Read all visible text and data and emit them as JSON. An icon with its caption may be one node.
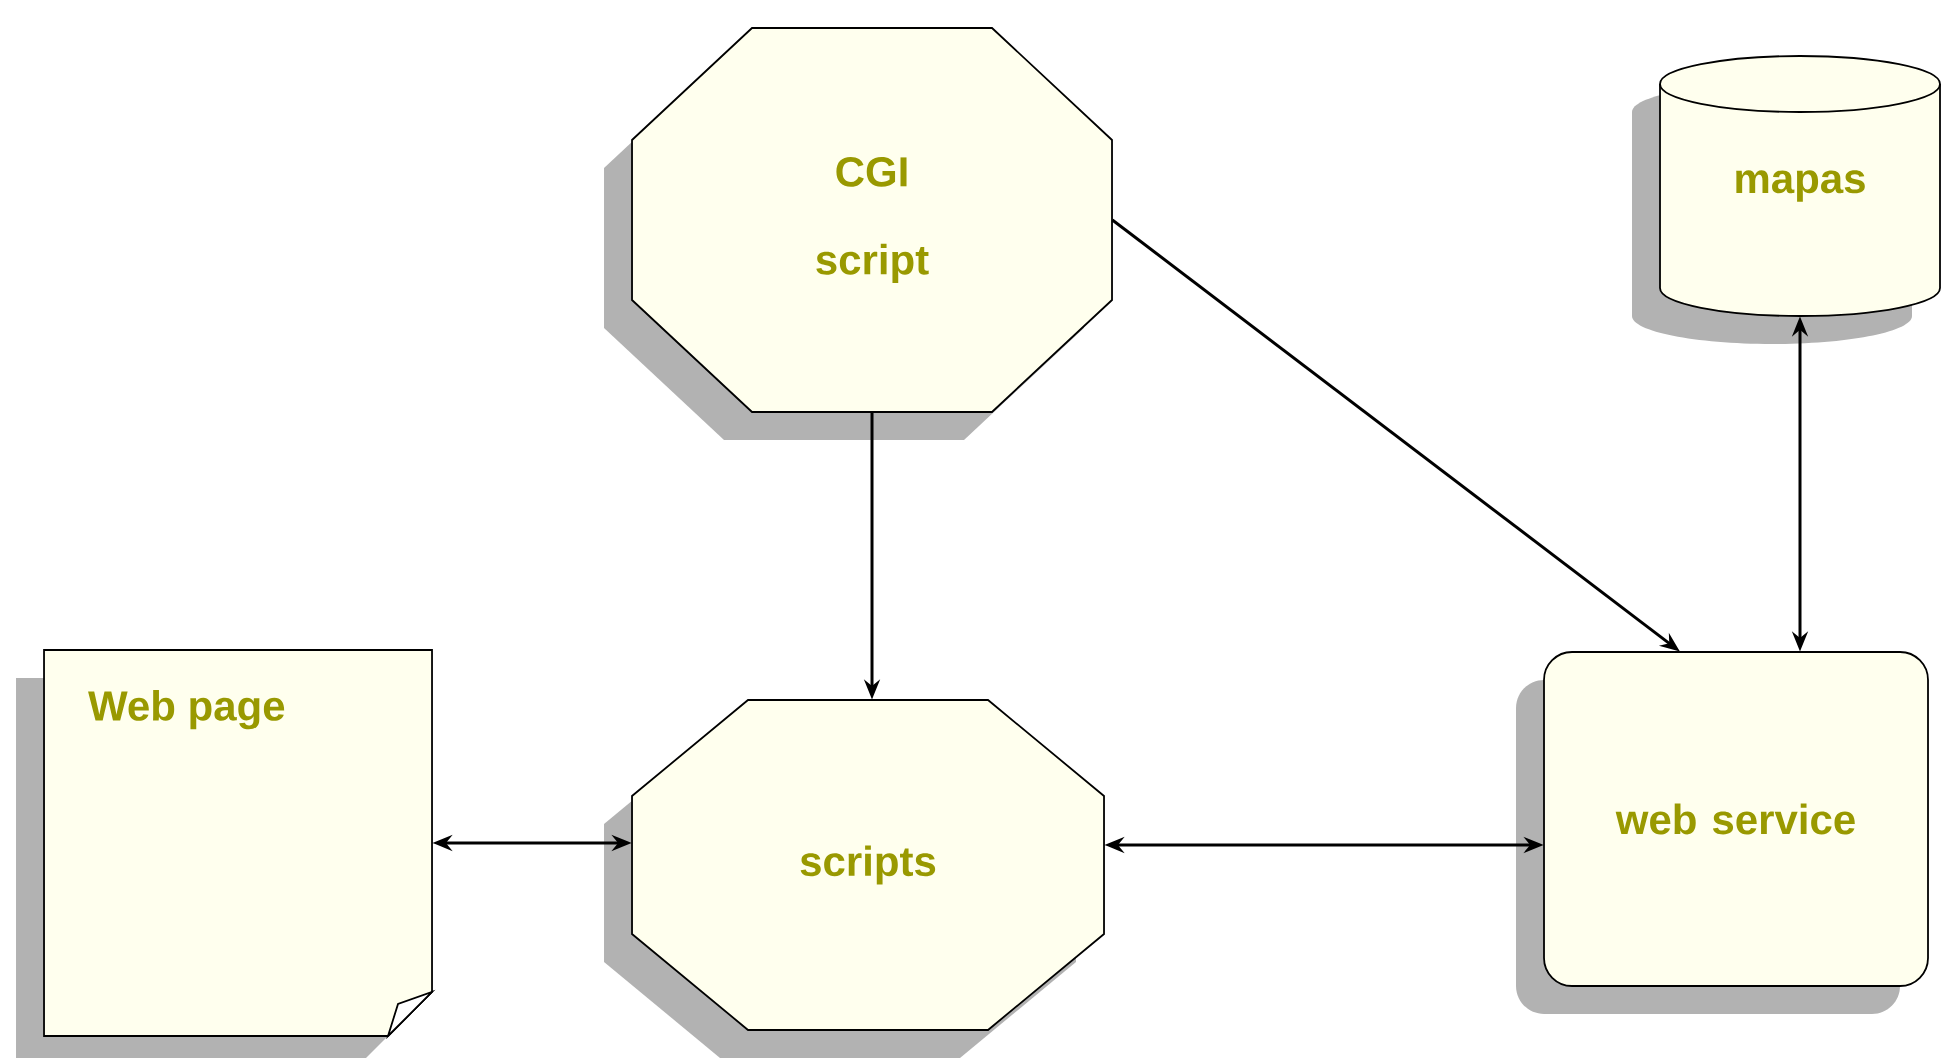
{
  "diagram": {
    "nodes": [
      {
        "text": [
          "CGI script"
        ]
      },
      {
        "text": [
          "mapas"
        ]
      },
      {
        "text": [
          "Web page"
        ]
      },
      {
        "text": [
          "scripts"
        ]
      },
      {
        "text": [
          "web service"
        ]
      }
    ],
    "edges": [
      {
        "from": 0,
        "to": 3,
        "arrow": "to"
      },
      {
        "from": 0,
        "to": 4,
        "arrow": "to"
      },
      {
        "from": 1,
        "to": 4,
        "arrow": "both"
      },
      {
        "from": 2,
        "to": 3,
        "arrow": "both"
      },
      {
        "from": 3,
        "to": 4,
        "arrow": "both"
      }
    ]
  }
}
